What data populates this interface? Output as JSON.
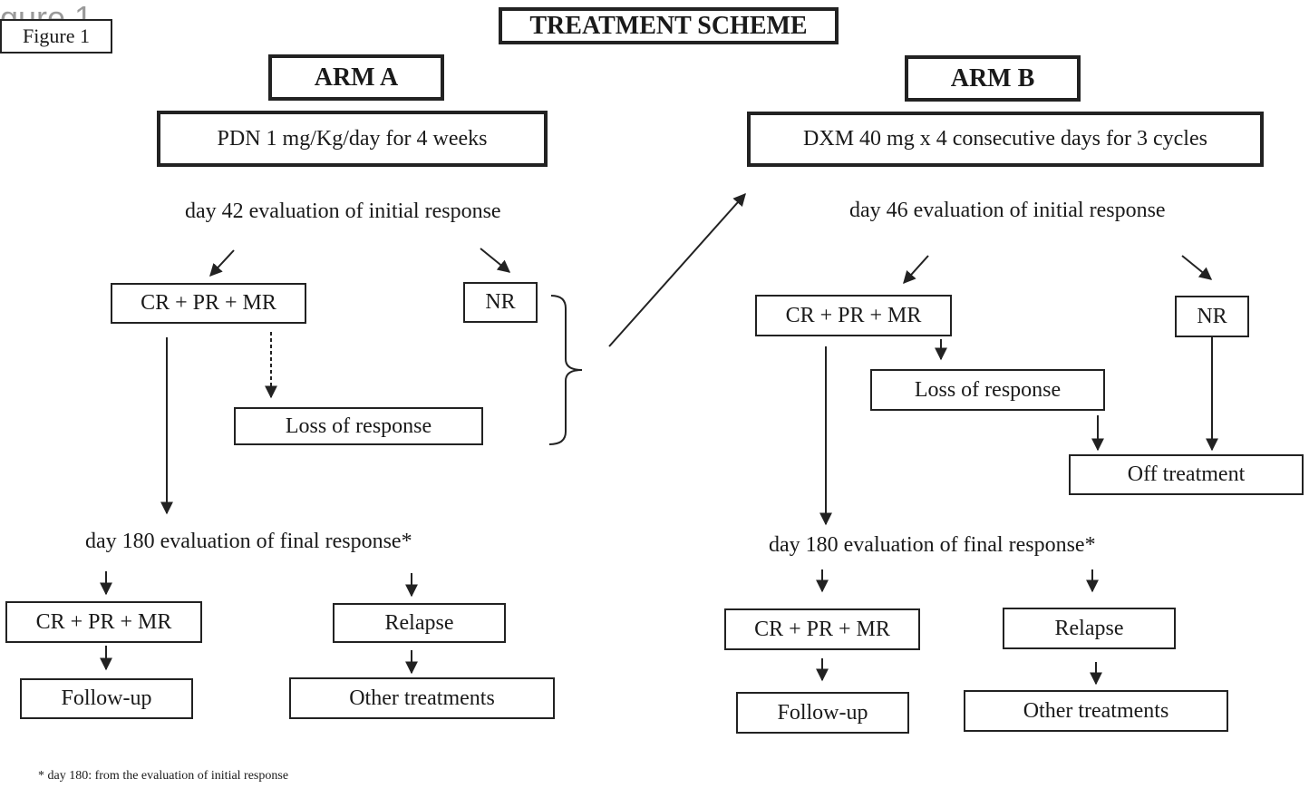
{
  "figure": {
    "ghost_label": "gure 1",
    "label": "Figure 1"
  },
  "title": "TREATMENT SCHEME",
  "arm_a": {
    "header": "ARM A",
    "regimen": "PDN 1 mg/Kg/day for 4 weeks",
    "initial_eval": "day 42 evaluation of initial response",
    "responders": "CR + PR + MR",
    "nonresponders": "NR",
    "loss": "Loss of response",
    "final_eval": "day 180 evaluation of final response*",
    "final_responders": "CR + PR + MR",
    "relapse": "Relapse",
    "followup": "Follow-up",
    "other": "Other treatments"
  },
  "arm_b": {
    "header": "ARM B",
    "regimen": "DXM 40 mg x 4 consecutive days for 3 cycles",
    "initial_eval": "day 46 evaluation of initial response",
    "responders": "CR + PR + MR",
    "nonresponders": "NR",
    "loss": "Loss of response",
    "off": "Off treatment",
    "final_eval": "day 180 evaluation of final response*",
    "final_responders": "CR + PR + MR",
    "relapse": "Relapse",
    "followup": "Follow-up",
    "other": "Other treatments"
  },
  "footnote": "*  day 180: from the evaluation of initial response"
}
